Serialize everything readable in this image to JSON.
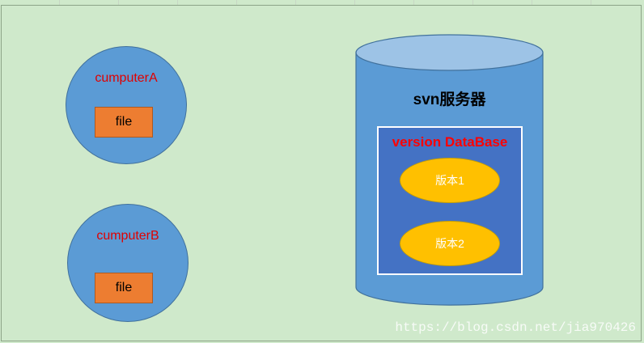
{
  "computers": [
    {
      "name": "cumputerA",
      "file_label": "file"
    },
    {
      "name": "cumputerB",
      "file_label": "file"
    }
  ],
  "server": {
    "title": "svn服务器",
    "database": {
      "title": "version DataBase",
      "versions": [
        "版本1",
        "版本2"
      ]
    }
  },
  "watermark": "https://blog.csdn.net/jia970426",
  "colors": {
    "background": "#cfe9cb",
    "computer_fill": "#5b9bd5",
    "file_fill": "#ed7d31",
    "server_fill": "#5b9bd5",
    "server_top": "#9dc3e6",
    "database_fill": "#4472c4",
    "version_fill": "#ffc000",
    "label_red": "#e00000"
  }
}
